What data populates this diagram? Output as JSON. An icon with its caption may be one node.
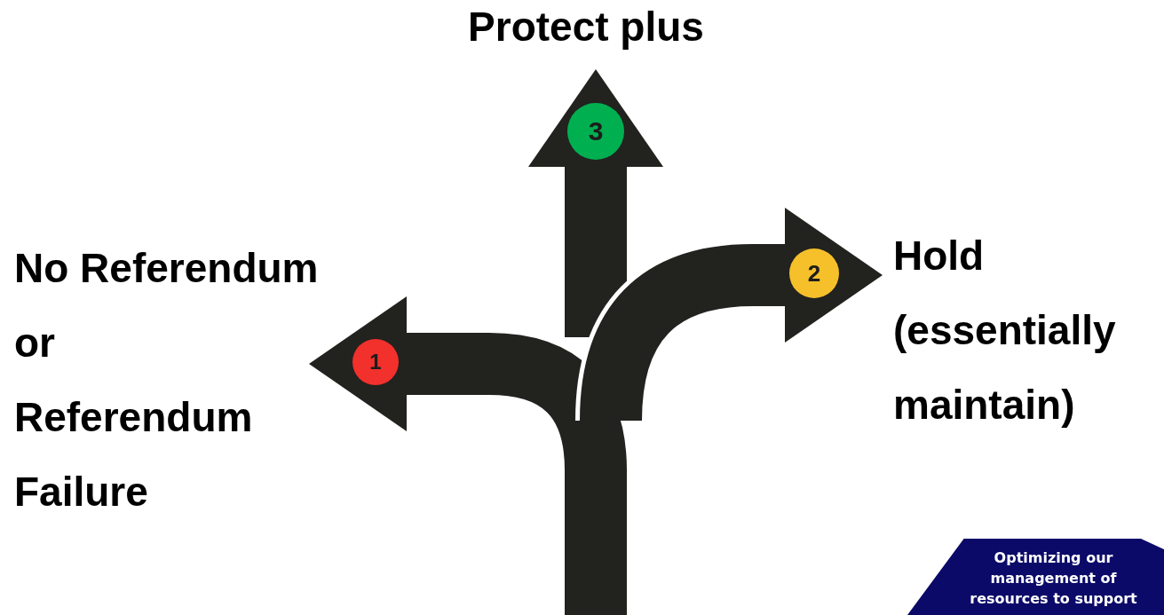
{
  "diagram": {
    "nodes": [
      {
        "text": [
          "Protect plus"
        ]
      },
      {
        "text": [
          "3"
        ]
      },
      {
        "text": [
          "Hold (essentially maintain)"
        ]
      },
      {
        "text": [
          "2"
        ]
      },
      {
        "text": [
          "No Referendum",
          "or",
          "Referendum",
          "Failure"
        ]
      },
      {
        "text": [
          "1"
        ]
      },
      {
        "text": [
          "Optimizing our management of resources to support"
        ]
      }
    ],
    "edges": [
      {
        "from": null,
        "to": 0,
        "arrow": "to"
      },
      {
        "from": null,
        "to": 2,
        "arrow": "to"
      },
      {
        "from": null,
        "to": 4,
        "arrow": "to"
      }
    ]
  }
}
